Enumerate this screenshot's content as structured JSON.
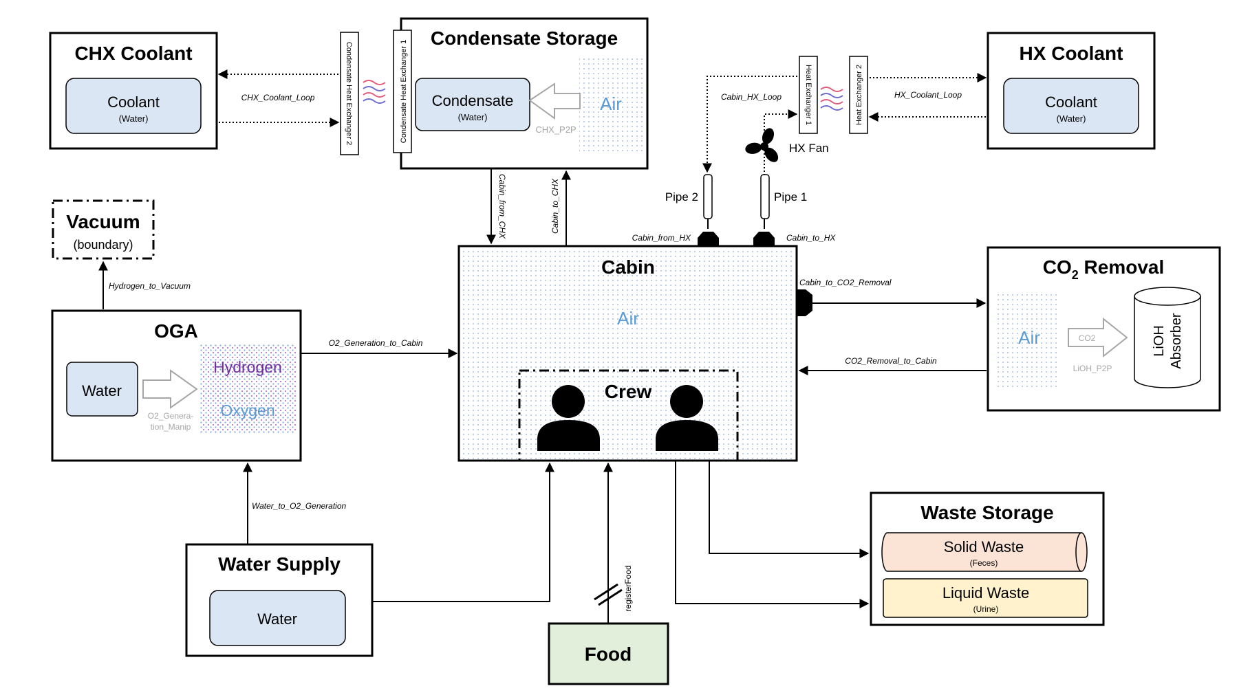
{
  "colors": {
    "ink": "#000000",
    "box_fill_blue": "#dbe6f4",
    "air_text": "#5b9bd5",
    "hydrogen_text": "#7030a0",
    "oxygen_text": "#5b9bd5",
    "food_fill": "#e2efda",
    "solid_waste_fill": "#fbe3d6",
    "liquid_waste_fill": "#fff2cc",
    "label_gray": "#a6a6a6",
    "wave_red": "#e05a7a",
    "wave_blue": "#6a6ad0"
  },
  "icons": [
    "person-icon",
    "fan-icon",
    "heat-waves-icon",
    "hatch-connector-icon",
    "p2p-arrow-icon",
    "cylinder-icon"
  ],
  "chx_coolant": {
    "title": "CHX Coolant",
    "store": "Coolant",
    "store_sub": "(Water)"
  },
  "condensate_storage": {
    "title": "Condensate Storage",
    "store": "Condensate",
    "store_sub": "(Water)",
    "air": "Air",
    "p2p_label": "CHX_P2P",
    "hx1_label": "Condensate Heat Exchanger 1",
    "hx2_label": "Condensate Heat Exchanger 2"
  },
  "hx_coolant": {
    "title": "HX Coolant",
    "store": "Coolant",
    "store_sub": "(Water)"
  },
  "hx_unit": {
    "hx1_label": "Heat Exchanger 1",
    "hx2_label": "Heat Exchanger 2",
    "fan_label": "HX Fan"
  },
  "pipes": {
    "pipe1": "Pipe 1",
    "pipe2": "Pipe 2"
  },
  "vacuum": {
    "title": "Vacuum",
    "sub": "(boundary)"
  },
  "oga": {
    "title": "OGA",
    "water": "Water",
    "hydrogen": "Hydrogen",
    "oxygen": "Oxygen",
    "manip_label_1": "O2_Genera-",
    "manip_label_2": "tion_Manip"
  },
  "cabin": {
    "title": "Cabin",
    "air": "Air",
    "crew": "Crew"
  },
  "co2_removal": {
    "title_main": "CO",
    "title_sub": "2",
    "title_rest": " Removal",
    "air": "Air",
    "arrow_label": "CO2",
    "p2p_label": "LiOH_P2P",
    "absorber_1": "LiOH",
    "absorber_2": "Absorber"
  },
  "water_supply": {
    "title": "Water Supply",
    "store": "Water"
  },
  "food": {
    "title": "Food"
  },
  "waste_storage": {
    "title": "Waste Storage",
    "solid": "Solid Waste",
    "solid_sub": "(Feces)",
    "liquid": "Liquid Waste",
    "liquid_sub": "(Urine)"
  },
  "flows": {
    "chx_coolant_loop": "CHX_Coolant_Loop",
    "cabin_from_chx": "Cabin_from_CHX",
    "cabin_to_chx": "Cabin_to_CHX",
    "cabin_hx_loop": "Cabin_HX_Loop",
    "hx_coolant_loop": "HX_Coolant_Loop",
    "cabin_from_hx": "Cabin_from_HX",
    "cabin_to_hx": "Cabin_to_HX",
    "hydrogen_to_vacuum": "Hydrogen_to_Vacuum",
    "o2_generation_to_cabin": "O2_Generation_to_Cabin",
    "cabin_to_co2_removal": "Cabin_to_CO2_Removal",
    "co2_removal_to_cabin": "CO2_Removal_to_Cabin",
    "water_to_o2_generation": "Water_to_O2_Generation",
    "register_food": "registerFood"
  }
}
